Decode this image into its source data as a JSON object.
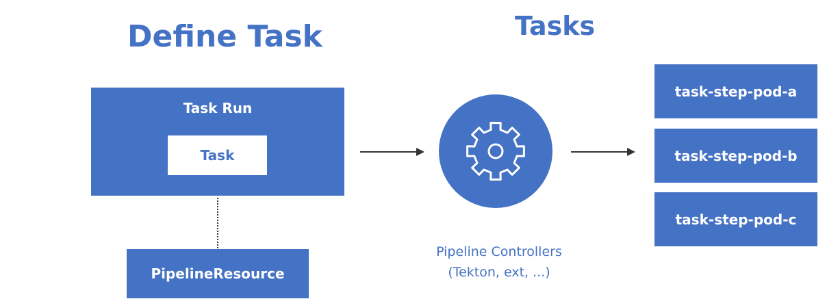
{
  "titles": {
    "define_task": "Define Task",
    "tasks": "Tasks"
  },
  "task_run": {
    "label": "Task Run",
    "inner_task": "Task"
  },
  "pipeline_resource": "PipelineResource",
  "controller": {
    "icon": "gear-icon",
    "caption_line1": "Pipeline Controllers",
    "caption_line2": "(Tekton, ext, ...)"
  },
  "pods": [
    {
      "label": "task-step-pod-a"
    },
    {
      "label": "task-step-pod-b"
    },
    {
      "label": "task-step-pod-c"
    }
  ],
  "colors": {
    "accent": "#4472c4",
    "background": "#ffffff",
    "connector": "#333333"
  }
}
